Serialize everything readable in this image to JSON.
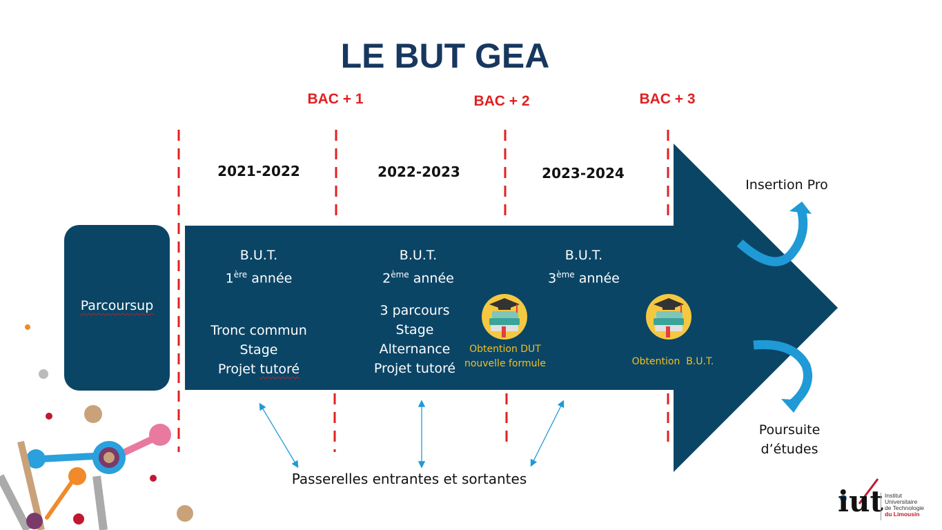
{
  "title": "LE BUT GEA",
  "bac_labels": [
    "BAC + 1",
    "BAC + 2",
    "BAC + 3"
  ],
  "years": [
    "2021-2022",
    "2022-2023",
    "2023-2024"
  ],
  "parcoursup": "Parcoursup",
  "stages": [
    {
      "line1": "B.U.T.",
      "ordinal": "1",
      "sup": "ère",
      "suffix": " année",
      "content": [
        "Tronc commun",
        "Stage",
        "Projet tutoré"
      ]
    },
    {
      "line1": "B.U.T.",
      "ordinal": "2",
      "sup": "ème",
      "suffix": " année",
      "content": [
        "3 parcours",
        "Stage",
        "Alternance",
        "Projet tutoré"
      ]
    },
    {
      "line1": "B.U.T.",
      "ordinal": "3",
      "sup": "ème",
      "suffix": " année",
      "content": []
    }
  ],
  "milestones": [
    {
      "lines": [
        "Obtention DUT",
        "nouvelle formule"
      ]
    },
    {
      "lines": [
        "Obtention  B.U.T."
      ]
    }
  ],
  "outcomes": {
    "insertion": "Insertion Pro",
    "poursuite_line1": "Poursuite",
    "poursuite_line2": "d’études"
  },
  "passerelles": "Passerelles entrantes et sortantes",
  "logo": {
    "mark": "iut",
    "lines": [
      "Institut",
      "Universitaire",
      "de Technologie",
      "du Limousin"
    ]
  },
  "colors": {
    "navy": "#0b4566",
    "title": "#17375e",
    "bac_red": "#e02020",
    "gold": "#f0c020",
    "curve_blue": "#1f9ad6"
  }
}
